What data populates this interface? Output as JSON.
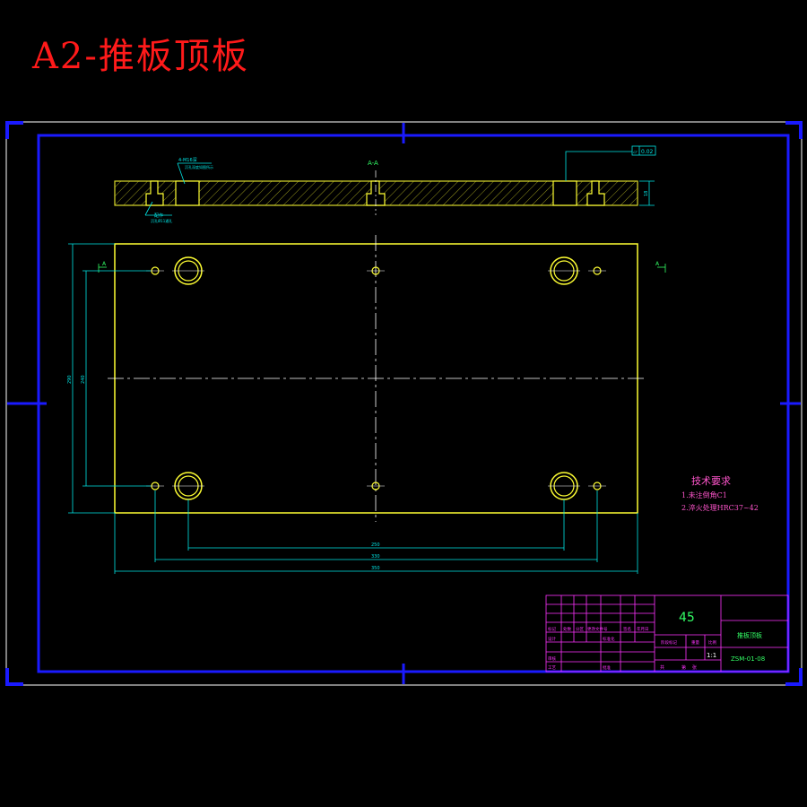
{
  "page_title": "A2-推板顶板",
  "colors": {
    "background": "#000000",
    "title": "#ff1a1a",
    "sheet_border": "#ffffff",
    "frame": "#1a1aff",
    "part": "#ffff33",
    "dimension": "#00e5e5",
    "center_line": "#ffffff",
    "tech_text": "#ff55cc",
    "title_block_lines": "#ff33ff",
    "title_block_text": "#33ff66"
  },
  "section": {
    "label": "A-A",
    "callout_left": "4-M16深",
    "callout_left_sub": "沉孔深度如图所示",
    "callout_bottom": "配作",
    "callout_bottom_sub": "沉孔Ø11通孔",
    "flatness": "0.02",
    "thickness": "18"
  },
  "plan": {
    "cut_left": "A",
    "cut_right": "A",
    "dim_height": "290",
    "dim_height_inner": "240",
    "dim_w1": "250",
    "dim_w2": "330",
    "dim_w3": "350"
  },
  "tech_req": {
    "title": "技术要求",
    "items": [
      "1.未注倒角C1",
      "2.淬火处理HRC37~42"
    ]
  },
  "title_block": {
    "material": "45",
    "part_name": "推板顶板",
    "drawing_no": "ZSM-01-08",
    "scale": "1:1",
    "hdr": [
      "标记",
      "处数",
      "分区",
      "更改文件号",
      "签名",
      "年月日"
    ],
    "row_design": "设计",
    "row_std": "标准化",
    "row_check": "审核",
    "row_process": "工艺",
    "row_approve": "批准",
    "stage": "阶段标记",
    "weight": "重量",
    "ratio": "比例",
    "sheets_total": "共",
    "sheet_no": "第",
    "sheets_unit": "张"
  }
}
